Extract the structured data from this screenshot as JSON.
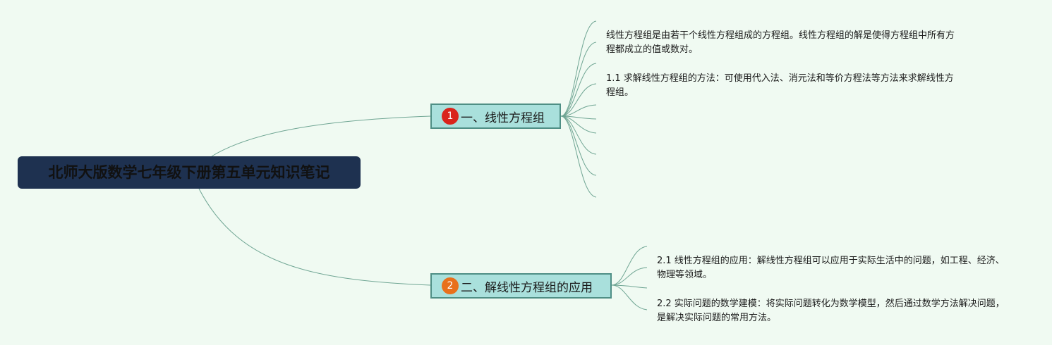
{
  "root": {
    "title": "北师大版数学七年级下册第五单元知识笔记"
  },
  "branches": [
    {
      "marker": "1",
      "label": "一、线性方程组",
      "notes": [
        "线性方程组是由若干个线性方程组成的方程组。线性方程组的解是使得方程组中所有方程都成立的值或数对。",
        "1.1 求解线性方程组的方法：可使用代入法、消元法和等价方程法等方法来求解线性方程组。"
      ]
    },
    {
      "marker": "2",
      "label": "二、解线性方程组的应用",
      "notes": [
        "2.1 线性方程组的应用：解线性方程组可以应用于实际生活中的问题，如工程、经济、物理等领域。",
        "2.2 实际问题的数学建模：将实际问题转化为数学模型，然后通过数学方法解决问题，是解决实际问题的常用方法。"
      ]
    }
  ],
  "colors": {
    "background": "#f0faf2",
    "root_fill": "#1e3150",
    "branch_fill": "#a9e0dc",
    "branch_border": "#4f8f85",
    "connector": "#6fa593",
    "marker_1": "#d9241c",
    "marker_2": "#e8701c"
  }
}
